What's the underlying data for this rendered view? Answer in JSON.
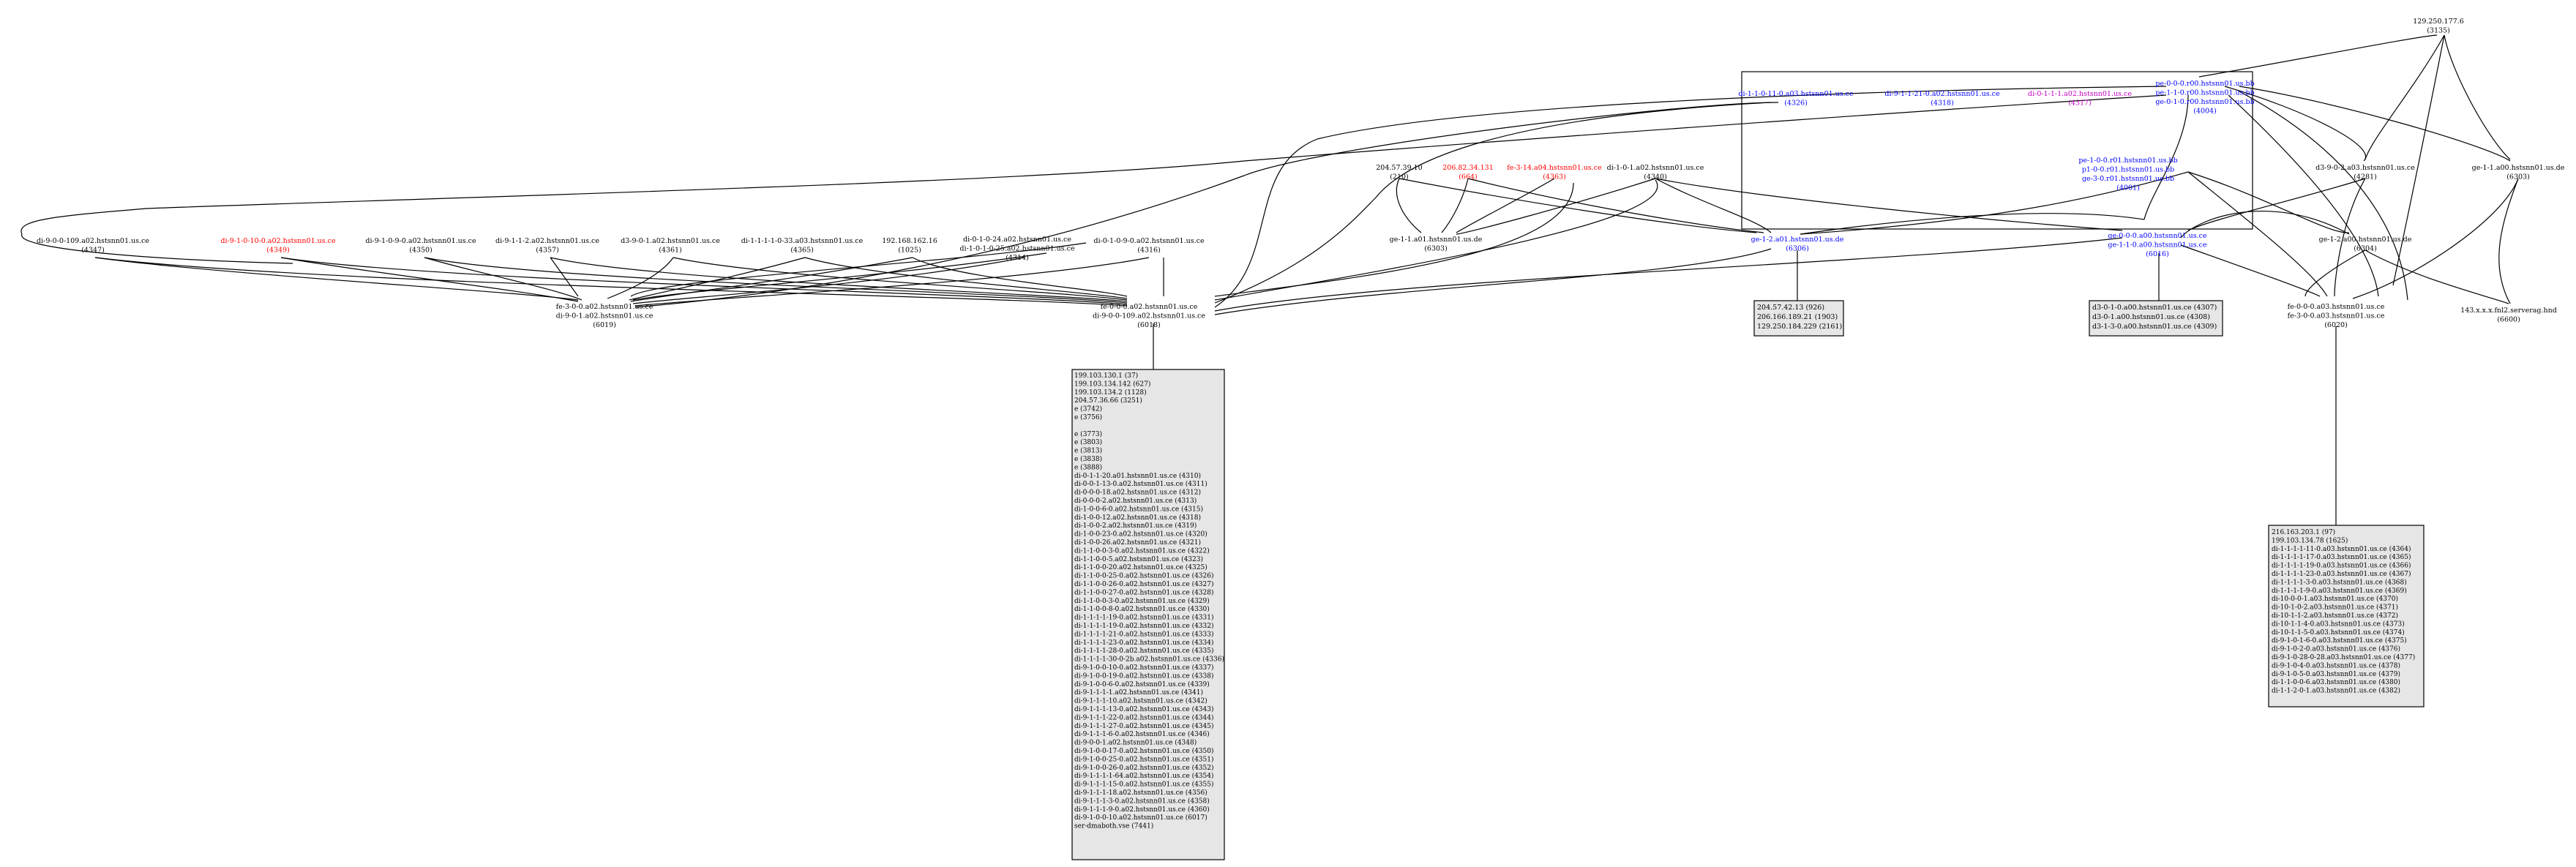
{
  "colors": {
    "black": "#000000",
    "red": "#ff0000",
    "blue": "#0000ff",
    "magenta": "#c000c0",
    "box_fill": "#e6e6e6"
  },
  "nodes": {
    "n_top": {
      "lines": [
        "129.250.177.6",
        "(3135)"
      ],
      "color": "#000000"
    },
    "n_c1": {
      "lines": [
        "di-1-1-0-11-0.a03.hstsnn01.us.ce",
        "(4326)"
      ],
      "color": "#0000ff"
    },
    "n_c2": {
      "lines": [
        "di-9-1-1-21-0.a02.hstsnn01.us.ce",
        "(4318)"
      ],
      "color": "#0000ff"
    },
    "n_c3": {
      "lines": [
        "di-0-1-1-1.a02.hstsnn01.us.ce",
        "(4317)"
      ],
      "color": "#c000c0"
    },
    "n_c4": {
      "lines": [
        "pe-0-0-0.r00.hstsnn01.us.bb",
        "pe-1-1-0.r00.hstsnn01.us.bb",
        "ge-0-1-0.r00.hstsnn01.us.bb",
        "(4004)"
      ],
      "color": "#0000ff"
    },
    "n_c5": {
      "lines": [
        "pe-1-0-0.r01.hstsnn01.us.bb",
        "p1-0-0.r01.hstsnn01.us.bb",
        "ge-3-0.r01.hstsnn01.us.bb",
        "(4001)"
      ],
      "color": "#0000ff"
    },
    "n_c6": {
      "lines": [
        "ge-1-2.a01.hstsnn01.us.de",
        "(6306)"
      ],
      "color": "#0000ff"
    },
    "n_c7": {
      "lines": [
        "ge-0-0-0.a00.hstsnn01.us.ce",
        "ge-1-1-0.a00.hstsnn01.us.ce",
        "(6016)"
      ],
      "color": "#0000ff"
    },
    "n_204": {
      "lines": [
        "204.57.39.10",
        "(210)"
      ],
      "color": "#000000"
    },
    "n_206": {
      "lines": [
        "206.82.34.131",
        "(664)"
      ],
      "color": "#ff0000"
    },
    "n_fe1": {
      "lines": [
        "fe-3-14.a04.hstsnn01.us.ce",
        "(4363)"
      ],
      "color": "#ff0000"
    },
    "n_di1": {
      "lines": [
        "di-1-0-1.a02.hstsnn01.us.ce",
        "(4340)"
      ],
      "color": "#000000"
    },
    "n_ge_a01": {
      "lines": [
        "ge-1-1.a01.hstsnn01.us.de",
        "(6303)"
      ],
      "color": "#000000"
    },
    "n_d3": {
      "lines": [
        "d3-9-0-2.a03.hstsnn01.us.ce",
        "(4281)"
      ],
      "color": "#000000"
    },
    "n_ge_a00": {
      "lines": [
        "ge-1-1.a00.hstsnn01.us.de",
        "(6303)"
      ],
      "color": "#000000"
    },
    "n_ge_a00b": {
      "lines": [
        "ge-1-2.a00.hstsnn01.us.de",
        "(6304)"
      ],
      "color": "#000000"
    },
    "n_143": {
      "lines": [
        "143.x.x.x.fnl2.serverag.hnd",
        "(6600)"
      ],
      "color": "#000000"
    },
    "n_fe_hub": {
      "lines": [
        "fe-0-0-0.a03.hstsnn01.us.ce",
        "fe-3-0-0.a03.hstsnn01.us.ce",
        "(6020)"
      ],
      "color": "#000000"
    },
    "n_r1": {
      "lines": [
        "di-9-0-0-109.a02.hstsnn01.us.ce",
        "(4347)"
      ],
      "color": "#000000"
    },
    "n_r2": {
      "lines": [
        "di-9-1-0-10-0.a02.hstsnn01.us.ce",
        "(4349)"
      ],
      "color": "#ff0000"
    },
    "n_r3": {
      "lines": [
        "di-9-1-0-9-0.a02.hstsnn01.us.ce",
        "(4350)"
      ],
      "color": "#000000"
    },
    "n_r4": {
      "lines": [
        "di-9-1-1-2.a02.hstsnn01.us.ce",
        "(4357)"
      ],
      "color": "#000000"
    },
    "n_r5": {
      "lines": [
        "d3-9-0-1.a02.hstsnn01.us.ce",
        "(4361)"
      ],
      "color": "#000000"
    },
    "n_r6": {
      "lines": [
        "di-1-1-1-1-0-33.a03.hstsnn01.us.ce",
        "(4365)"
      ],
      "color": "#000000"
    },
    "n_r7": {
      "lines": [
        "192.168.162.16",
        "(1025)"
      ],
      "color": "#000000"
    },
    "n_r8": {
      "lines": [
        "di-0-1-0-24.a02.hstsnn01.us.ce",
        "di-1-0-1-0-25.a02.hstsnn01.us.ce",
        "(4314)"
      ],
      "color": "#000000"
    },
    "n_r9": {
      "lines": [
        "di-0-1-0-9-0.a02.hstsnn01.us.ce",
        "(4316)"
      ],
      "color": "#000000"
    },
    "n_h1": {
      "lines": [
        "fe-3-0-0.a02.hstsnn01.us.ce",
        "di-9-0-1.a02.hstsnn01.us.ce",
        "(6019)"
      ],
      "color": "#000000"
    },
    "n_h2": {
      "lines": [
        "fe-0-0-0.a02.hstsnn01.us.ce",
        "di-9-0-0-109.a02.hstsnn01.us.ce",
        "(6018)"
      ],
      "color": "#000000"
    }
  },
  "boxes": {
    "box_a": [
      "204.57.42.13 (926)",
      "206.166.189.21 (1903)",
      "129.250.184.229 (2161)"
    ],
    "box_b": [
      "d3-0-1-0.a00.hstsnn01.us.ce (4307)",
      "d3-0-1.a00.hstsnn01.us.ce (4308)",
      "d3-1-3-0.a00.hstsnn01.us.ce (4309)"
    ],
    "box_c": [
      "199.103.130.1 (37)",
      "199.103.134.142 (627)",
      "199.103.134.2 (1128)",
      "204.57.36.66 (3251)",
      "e (3742)",
      "e (3756)",
      "",
      "e (3773)",
      "e (3803)",
      "e (3813)",
      "e (3838)",
      "e (3888)",
      "di-0-1-1-20.a01.hstsnn01.us.ce (4310)",
      "di-0-0-1-13-0.a02.hstsnn01.us.ce (4311)",
      "di-0-0-0-18.a02.hstsnn01.us.ce (4312)",
      "di-0-0-0-2.a02.hstsnn01.us.ce (4313)",
      "di-1-0-0-6-0.a02.hstsnn01.us.ce (4315)",
      "di-1-0-0-12.a02.hstsnn01.us.ce (4318)",
      "di-1-0-0-2.a02.hstsnn01.us.ce (4319)",
      "di-1-0-0-23-0.a02.hstsnn01.us.ce (4320)",
      "di-1-0-0-26.a02.hstsnn01.us.ce (4321)",
      "di-1-1-0-0-3-0.a02.hstsnn01.us.ce (4322)",
      "di-1-1-0-0-5.a02.hstsnn01.us.ce (4323)",
      "di-1-1-0-0-20.a02.hstsnn01.us.ce (4325)",
      "di-1-1-0-0-25-0.a02.hstsnn01.us.ce (4326)",
      "di-1-1-0-0-26-0.a02.hstsnn01.us.ce (4327)",
      "di-1-1-0-0-27-0.a02.hstsnn01.us.ce (4328)",
      "di-1-1-0-0-3-0.a02.hstsnn01.us.ce (4329)",
      "di-1-1-0-0-8-0.a02.hstsnn01.us.ce (4330)",
      "di-1-1-1-1-19-0.a02.hstsnn01.us.ce (4331)",
      "di-1-1-1-1-19-0.a02.hstsnn01.us.ce (4332)",
      "di-1-1-1-1-21-0.a02.hstsnn01.us.ce (4333)",
      "di-1-1-1-1-23-0.a02.hstsnn01.us.ce (4334)",
      "di-1-1-1-1-28-0.a02.hstsnn01.us.ce (4335)",
      "di-1-1-1-1-30-0-2b.a02.hstsnn01.us.ce (4336)",
      "di-9-1-0-0-10-0.a02.hstsnn01.us.ce (4337)",
      "di-9-1-0-0-19-0.a02.hstsnn01.us.ce (4338)",
      "di-9-1-0-0-6-0.a02.hstsnn01.us.ce (4339)",
      "di-9-1-1-1-1.a02.hstsnn01.us.ce (4341)",
      "di-9-1-1-1-10.a02.hstsnn01.us.ce (4342)",
      "di-9-1-1-1-13-0.a02.hstsnn01.us.ce (4343)",
      "di-9-1-1-1-22-0.a02.hstsnn01.us.ce (4344)",
      "di-9-1-1-1-27-0.a02.hstsnn01.us.ce (4345)",
      "di-9-1-1-1-6-0.a02.hstsnn01.us.ce (4346)",
      "di-9-0-0-1.a02.hstsnn01.us.ce (4348)",
      "di-9-1-0-0-17-0.a02.hstsnn01.us.ce (4350)",
      "di-9-1-0-0-25-0.a02.hstsnn01.us.ce (4351)",
      "di-9-1-0-0-26-0.a02.hstsnn01.us.ce (4352)",
      "di-9-1-1-1-1-64.a02.hstsnn01.us.ce (4354)",
      "di-9-1-1-1-15-0.a02.hstsnn01.us.ce (4355)",
      "di-9-1-1-1-18.a02.hstsnn01.us.ce (4356)",
      "di-9-1-1-1-3-0.a02.hstsnn01.us.ce (4358)",
      "di-9-1-1-1-9-0.a02.hstsnn01.us.ce (4360)",
      "di-9-1-0-0-10.a02.hstsnn01.us.ce (6017)",
      "ser-dmaboth.vse (7441)"
    ],
    "box_d": [
      "216.163.203.1 (97)",
      "199.103.134.78 (1625)",
      "di-1-1-1-1-11-0.a03.hstsnn01.us.ce (4364)",
      "di-1-1-1-1-17-0.a03.hstsnn01.us.ce (4365)",
      "di-1-1-1-1-19-0.a03.hstsnn01.us.ce (4366)",
      "di-1-1-1-1-23-0.a03.hstsnn01.us.ce (4367)",
      "di-1-1-1-1-3-0.a03.hstsnn01.us.ce (4368)",
      "di-1-1-1-1-9-0.a03.hstsnn01.us.ce (4369)",
      "di-10-0-0-1.a03.hstsnn01.us.ce (4370)",
      "di-10-1-0-2.a03.hstsnn01.us.ce (4371)",
      "di-10-1-1-2.a03.hstsnn01.us.ce (4372)",
      "di-10-1-1-4-0.a03.hstsnn01.us.ce (4373)",
      "di-10-1-1-5-0.a03.hstsnn01.us.ce (4374)",
      "di-9-1-0-1-6-0.a03.hstsnn01.us.ce (4375)",
      "di-9-1-0-2-0.a03.hstsnn01.us.ce (4376)",
      "di-9-1-0-28-0-28.a03.hstsnn01.us.ce (4377)",
      "di-9-1-0-4-0.a03.hstsnn01.us.ce (4378)",
      "di-9-1-0-5-0.a03.hstsnn01.us.ce (4379)",
      "di-1-1-0-0-6.a03.hstsnn01.us.ce (4380)",
      "di-1-1-2-0-1.a03.hstsnn01.us.ce (4382)"
    ]
  }
}
